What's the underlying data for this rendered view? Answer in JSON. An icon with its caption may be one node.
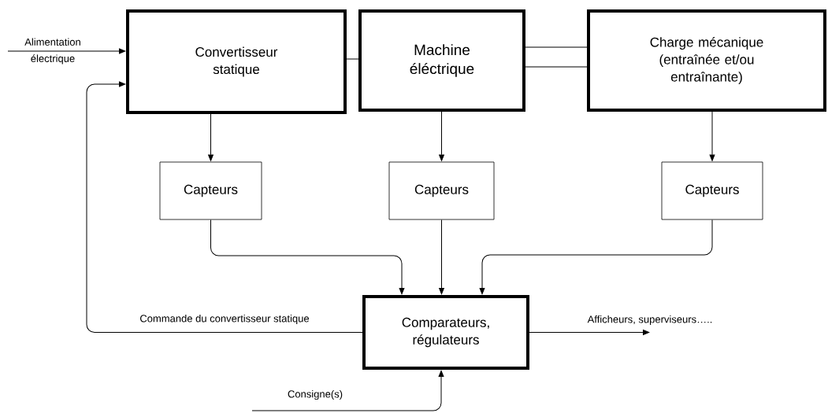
{
  "diagram": {
    "nodes": [
      {
        "text": [
          "Convertisseur statique"
        ]
      },
      {
        "text": [
          "Machine éléctrique"
        ]
      },
      {
        "text": [
          "Charge mécanique (entraînée et/ou entraînante)"
        ]
      },
      {
        "text": [
          "Capteurs"
        ]
      },
      {
        "text": [
          "Capteurs"
        ]
      },
      {
        "text": [
          "Capteurs"
        ]
      },
      {
        "text": [
          "Comparateurs, régulateurs"
        ]
      }
    ],
    "edges": [
      {
        "from": null,
        "to": 0,
        "arrow": "to",
        "label": "Alimentation électrique"
      },
      {
        "from": 0,
        "to": 1,
        "arrow": "none"
      },
      {
        "from": 1,
        "to": 2,
        "arrow": "none"
      },
      {
        "from": 1,
        "to": 2,
        "arrow": "none"
      },
      {
        "from": 0,
        "to": 3,
        "arrow": "to"
      },
      {
        "from": 1,
        "to": 4,
        "arrow": "to"
      },
      {
        "from": 2,
        "to": 5,
        "arrow": "to"
      },
      {
        "from": 3,
        "to": 6,
        "arrow": "to"
      },
      {
        "from": 4,
        "to": 6,
        "arrow": "to"
      },
      {
        "from": 5,
        "to": 6,
        "arrow": "to"
      },
      {
        "from": 6,
        "to": 0,
        "arrow": "to",
        "label": "Commande du convertisseur statique"
      },
      {
        "from": 6,
        "to": null,
        "arrow": "to",
        "label": "Afficheurs, superviseurs….."
      },
      {
        "from": null,
        "to": 6,
        "arrow": "to",
        "label": "Consigne(s)"
      }
    ]
  }
}
